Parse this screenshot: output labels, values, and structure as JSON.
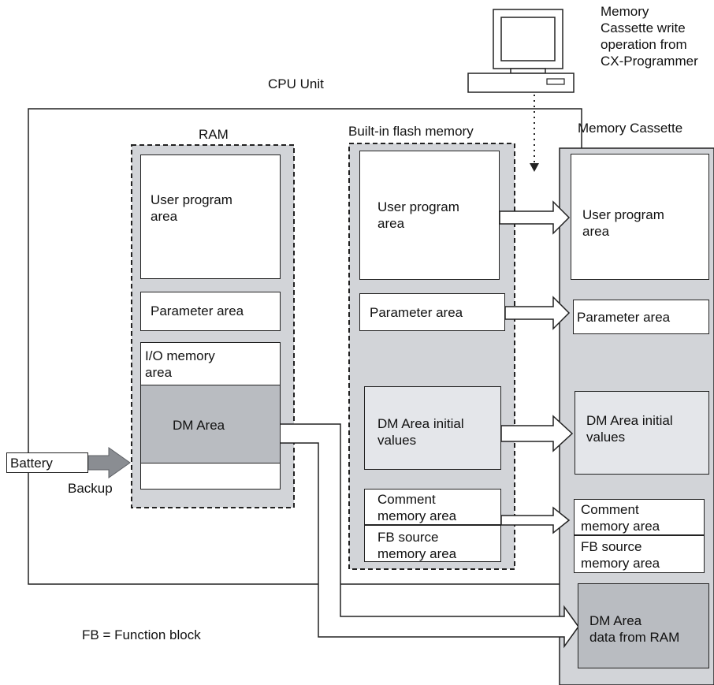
{
  "cpu_unit": {
    "title": "CPU Unit"
  },
  "computer": {
    "note": "Memory\nCassette write\noperation from\nCX-Programmer"
  },
  "ram": {
    "title": "RAM",
    "user_program": "User program\narea",
    "parameter": "Parameter area",
    "io_memory": "I/O memory\narea",
    "dm_area": "DM Area"
  },
  "flash": {
    "title": "Built-in flash memory",
    "user_program": "User program\narea",
    "parameter": "Parameter area",
    "dm_initial": "DM Area initial\nvalues",
    "comment": "Comment\nmemory area",
    "fb_source": "FB source\nmemory area"
  },
  "cassette": {
    "title": "Memory Cassette",
    "user_program": "User program\narea",
    "parameter": "Parameter area",
    "dm_initial": "DM Area initial\nvalues",
    "comment": "Comment\nmemory area",
    "fb_source": "FB source\nmemory area",
    "dm_from_ram": "DM Area\ndata from RAM"
  },
  "battery": {
    "label": "Battery",
    "backup": "Backup"
  },
  "footnote": "FB = Function block",
  "colors": {
    "panel": "#d2d4d8",
    "box_light": "#e4e6ea",
    "box_dark": "#b9bcc1",
    "arrow_fill": "#8a8d92"
  }
}
